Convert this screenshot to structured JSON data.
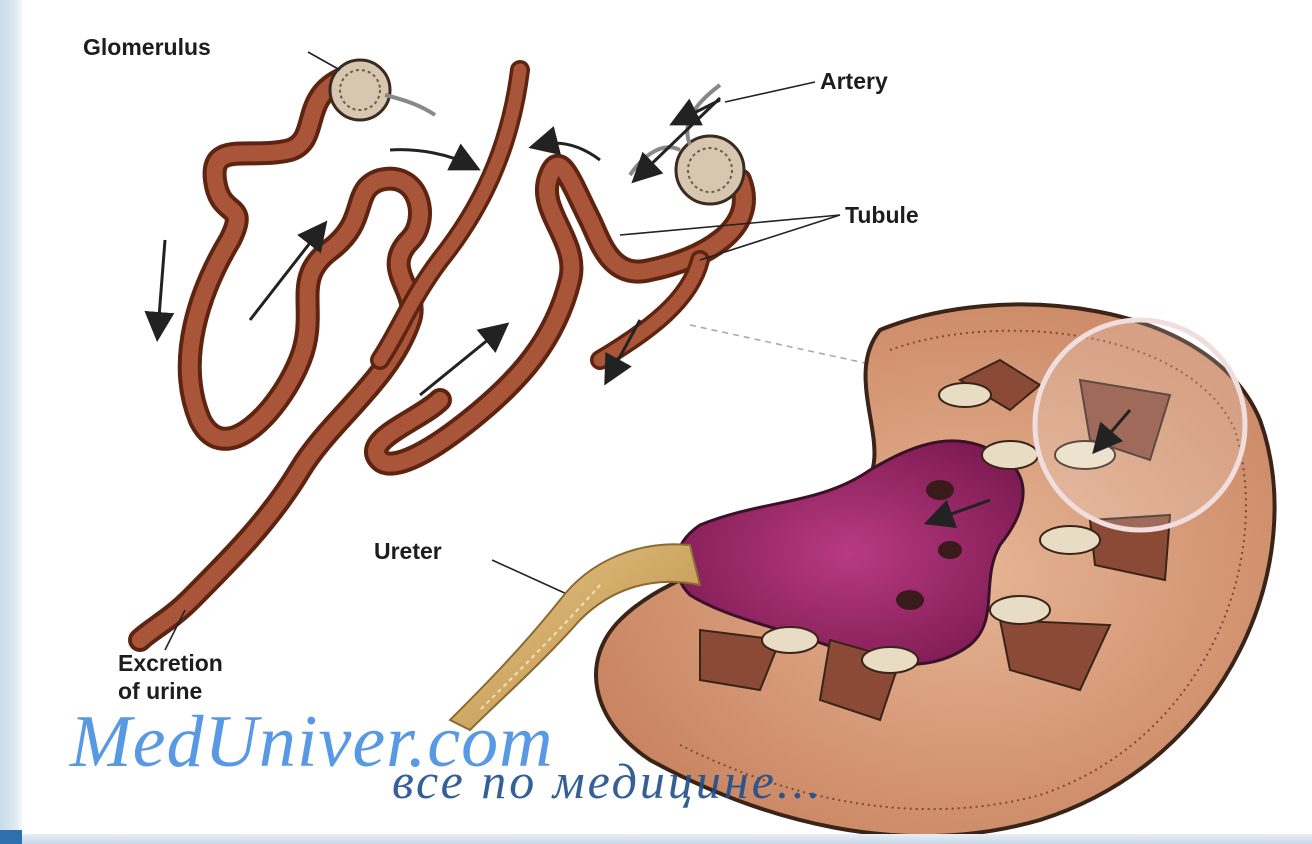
{
  "labels": {
    "glomerulus": "Glomerulus",
    "artery": "Artery",
    "tubule": "Tubule",
    "ureter": "Ureter",
    "excretion_line1": "Excretion",
    "excretion_line2": "of urine"
  },
  "watermark": {
    "main": "MedUniver.com",
    "sub": "все по медицине..."
  },
  "colors": {
    "tubule": "#9a4a2a",
    "tubule_dark": "#5e2410",
    "kidney_cortex": "#d9a07e",
    "kidney_pelvis": "#a0286a",
    "ureter": "#d8b06a",
    "watermark_main": "#3b88e0",
    "watermark_sub": "#1f4f8c"
  }
}
